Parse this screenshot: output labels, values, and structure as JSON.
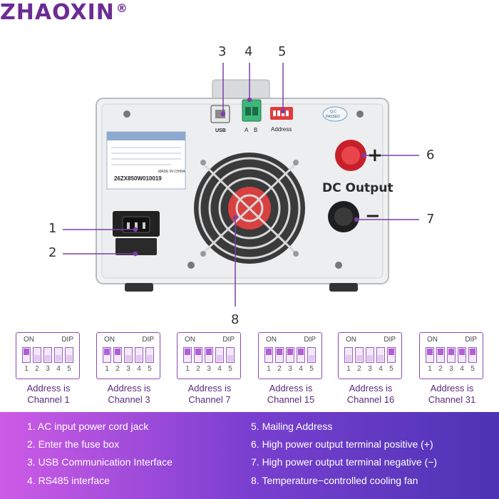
{
  "brand": {
    "name": "ZHAOXIN",
    "mark": "®"
  },
  "callouts": [
    "1",
    "2",
    "3",
    "4",
    "5",
    "6",
    "7",
    "8"
  ],
  "panel": {
    "dc_output": "DC Output",
    "plus": "+",
    "minus": "−",
    "rs485_a": "A",
    "rs485_b": "B",
    "address_label": "Address",
    "qc_label": "Q.C",
    "qc_passed": "PASSED",
    "usb_label": "USB",
    "serial": "26ZX850W010019",
    "made_in": "MADE IN CHINA"
  },
  "dip_settings": [
    {
      "on_label": "ON",
      "dip_label": "DIP",
      "switches": [
        1,
        0,
        0,
        0,
        0
      ],
      "caption1": "Address is",
      "caption2": "Channel 1"
    },
    {
      "on_label": "ON",
      "dip_label": "DIP",
      "switches": [
        1,
        1,
        0,
        0,
        0
      ],
      "caption1": "Address is",
      "caption2": "Channel 3"
    },
    {
      "on_label": "ON",
      "dip_label": "DIP",
      "switches": [
        1,
        1,
        1,
        0,
        0
      ],
      "caption1": "Address is",
      "caption2": "Channel 7"
    },
    {
      "on_label": "ON",
      "dip_label": "DIP",
      "switches": [
        1,
        1,
        1,
        1,
        0
      ],
      "caption1": "Address is",
      "caption2": "Channel 15"
    },
    {
      "on_label": "ON",
      "dip_label": "DIP",
      "switches": [
        0,
        0,
        0,
        0,
        1
      ],
      "caption1": "Address is",
      "caption2": "Channel 16"
    },
    {
      "on_label": "ON",
      "dip_label": "DIP",
      "switches": [
        1,
        1,
        1,
        1,
        1
      ],
      "caption1": "Address is",
      "caption2": "Channel 31"
    }
  ],
  "dip_numbers": [
    "1",
    "2",
    "3",
    "4",
    "5"
  ],
  "legend": {
    "left": [
      "1. AC input power cord jack",
      "2. Enter the fuse box",
      "3. USB Communication Interface",
      "4. RS485 interface"
    ],
    "right": [
      "5. Mailing Address",
      "6. High power output terminal positive (+)",
      "7. High power output terminal negative (−)",
      "8. Temperature−controlled cooling fan"
    ]
  },
  "colors": {
    "accent": "#6b2d93",
    "legend_start": "#cd5be6",
    "legend_end": "#4c34b4",
    "callout_line": "#7b3fa8"
  }
}
